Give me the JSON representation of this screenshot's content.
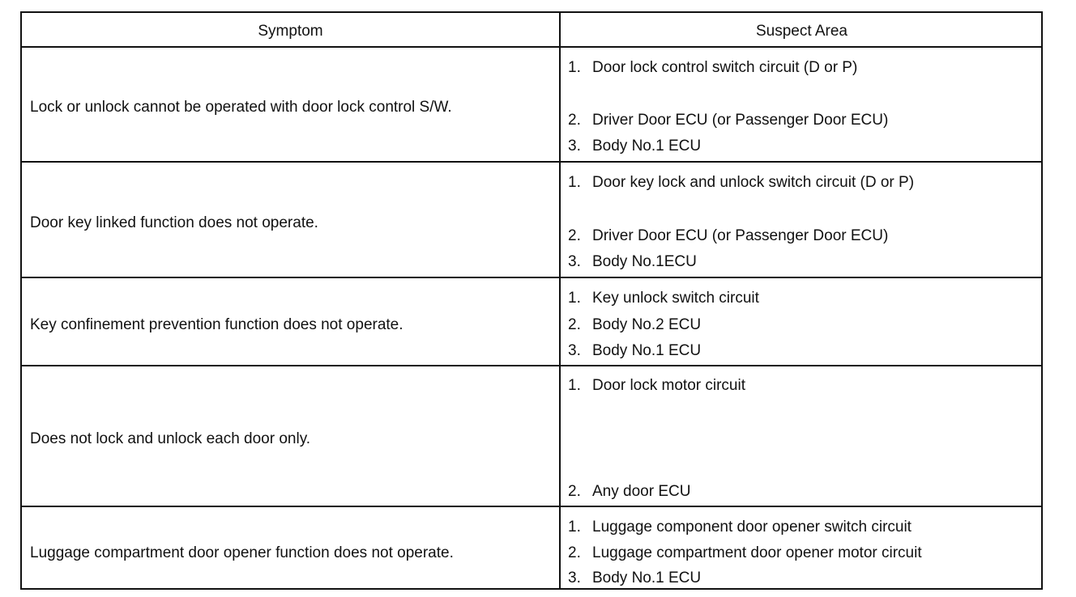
{
  "headers": {
    "symptom": "Symptom",
    "suspect_area": "Suspect Area"
  },
  "rows": [
    {
      "symptom": "Lock or unlock cannot be operated with door lock control S/W.",
      "suspects": [
        {
          "num": "1.",
          "text": "Door lock control switch circuit (D or P)"
        },
        {
          "num": "2.",
          "text": "Driver Door ECU (or Passenger Door ECU)"
        },
        {
          "num": "3.",
          "text": "Body No.1 ECU"
        }
      ]
    },
    {
      "symptom": "Door key linked function does not operate.",
      "suspects": [
        {
          "num": "1.",
          "text": "Door key lock and unlock switch circuit (D or P)"
        },
        {
          "num": "2.",
          "text": "Driver Door ECU (or Passenger Door ECU)"
        },
        {
          "num": "3.",
          "text": "Body No.1ECU"
        }
      ]
    },
    {
      "symptom": "Key confinement prevention function does not operate.",
      "suspects": [
        {
          "num": "1.",
          "text": "Key unlock switch circuit"
        },
        {
          "num": "2.",
          "text": "Body No.2 ECU"
        },
        {
          "num": "3.",
          "text": "Body No.1 ECU"
        }
      ]
    },
    {
      "symptom": "Does not lock and unlock each door only.",
      "suspects": [
        {
          "num": "1.",
          "text": "Door lock motor circuit"
        },
        {
          "num": "2.",
          "text": "Any door ECU"
        }
      ]
    },
    {
      "symptom": "Luggage compartment door opener function does not operate.",
      "suspects": [
        {
          "num": "1.",
          "text": "Luggage component door opener switch circuit"
        },
        {
          "num": "2.",
          "text": "Luggage compartment door opener motor circuit"
        },
        {
          "num": "3.",
          "text": "Body No.1 ECU"
        }
      ]
    }
  ]
}
